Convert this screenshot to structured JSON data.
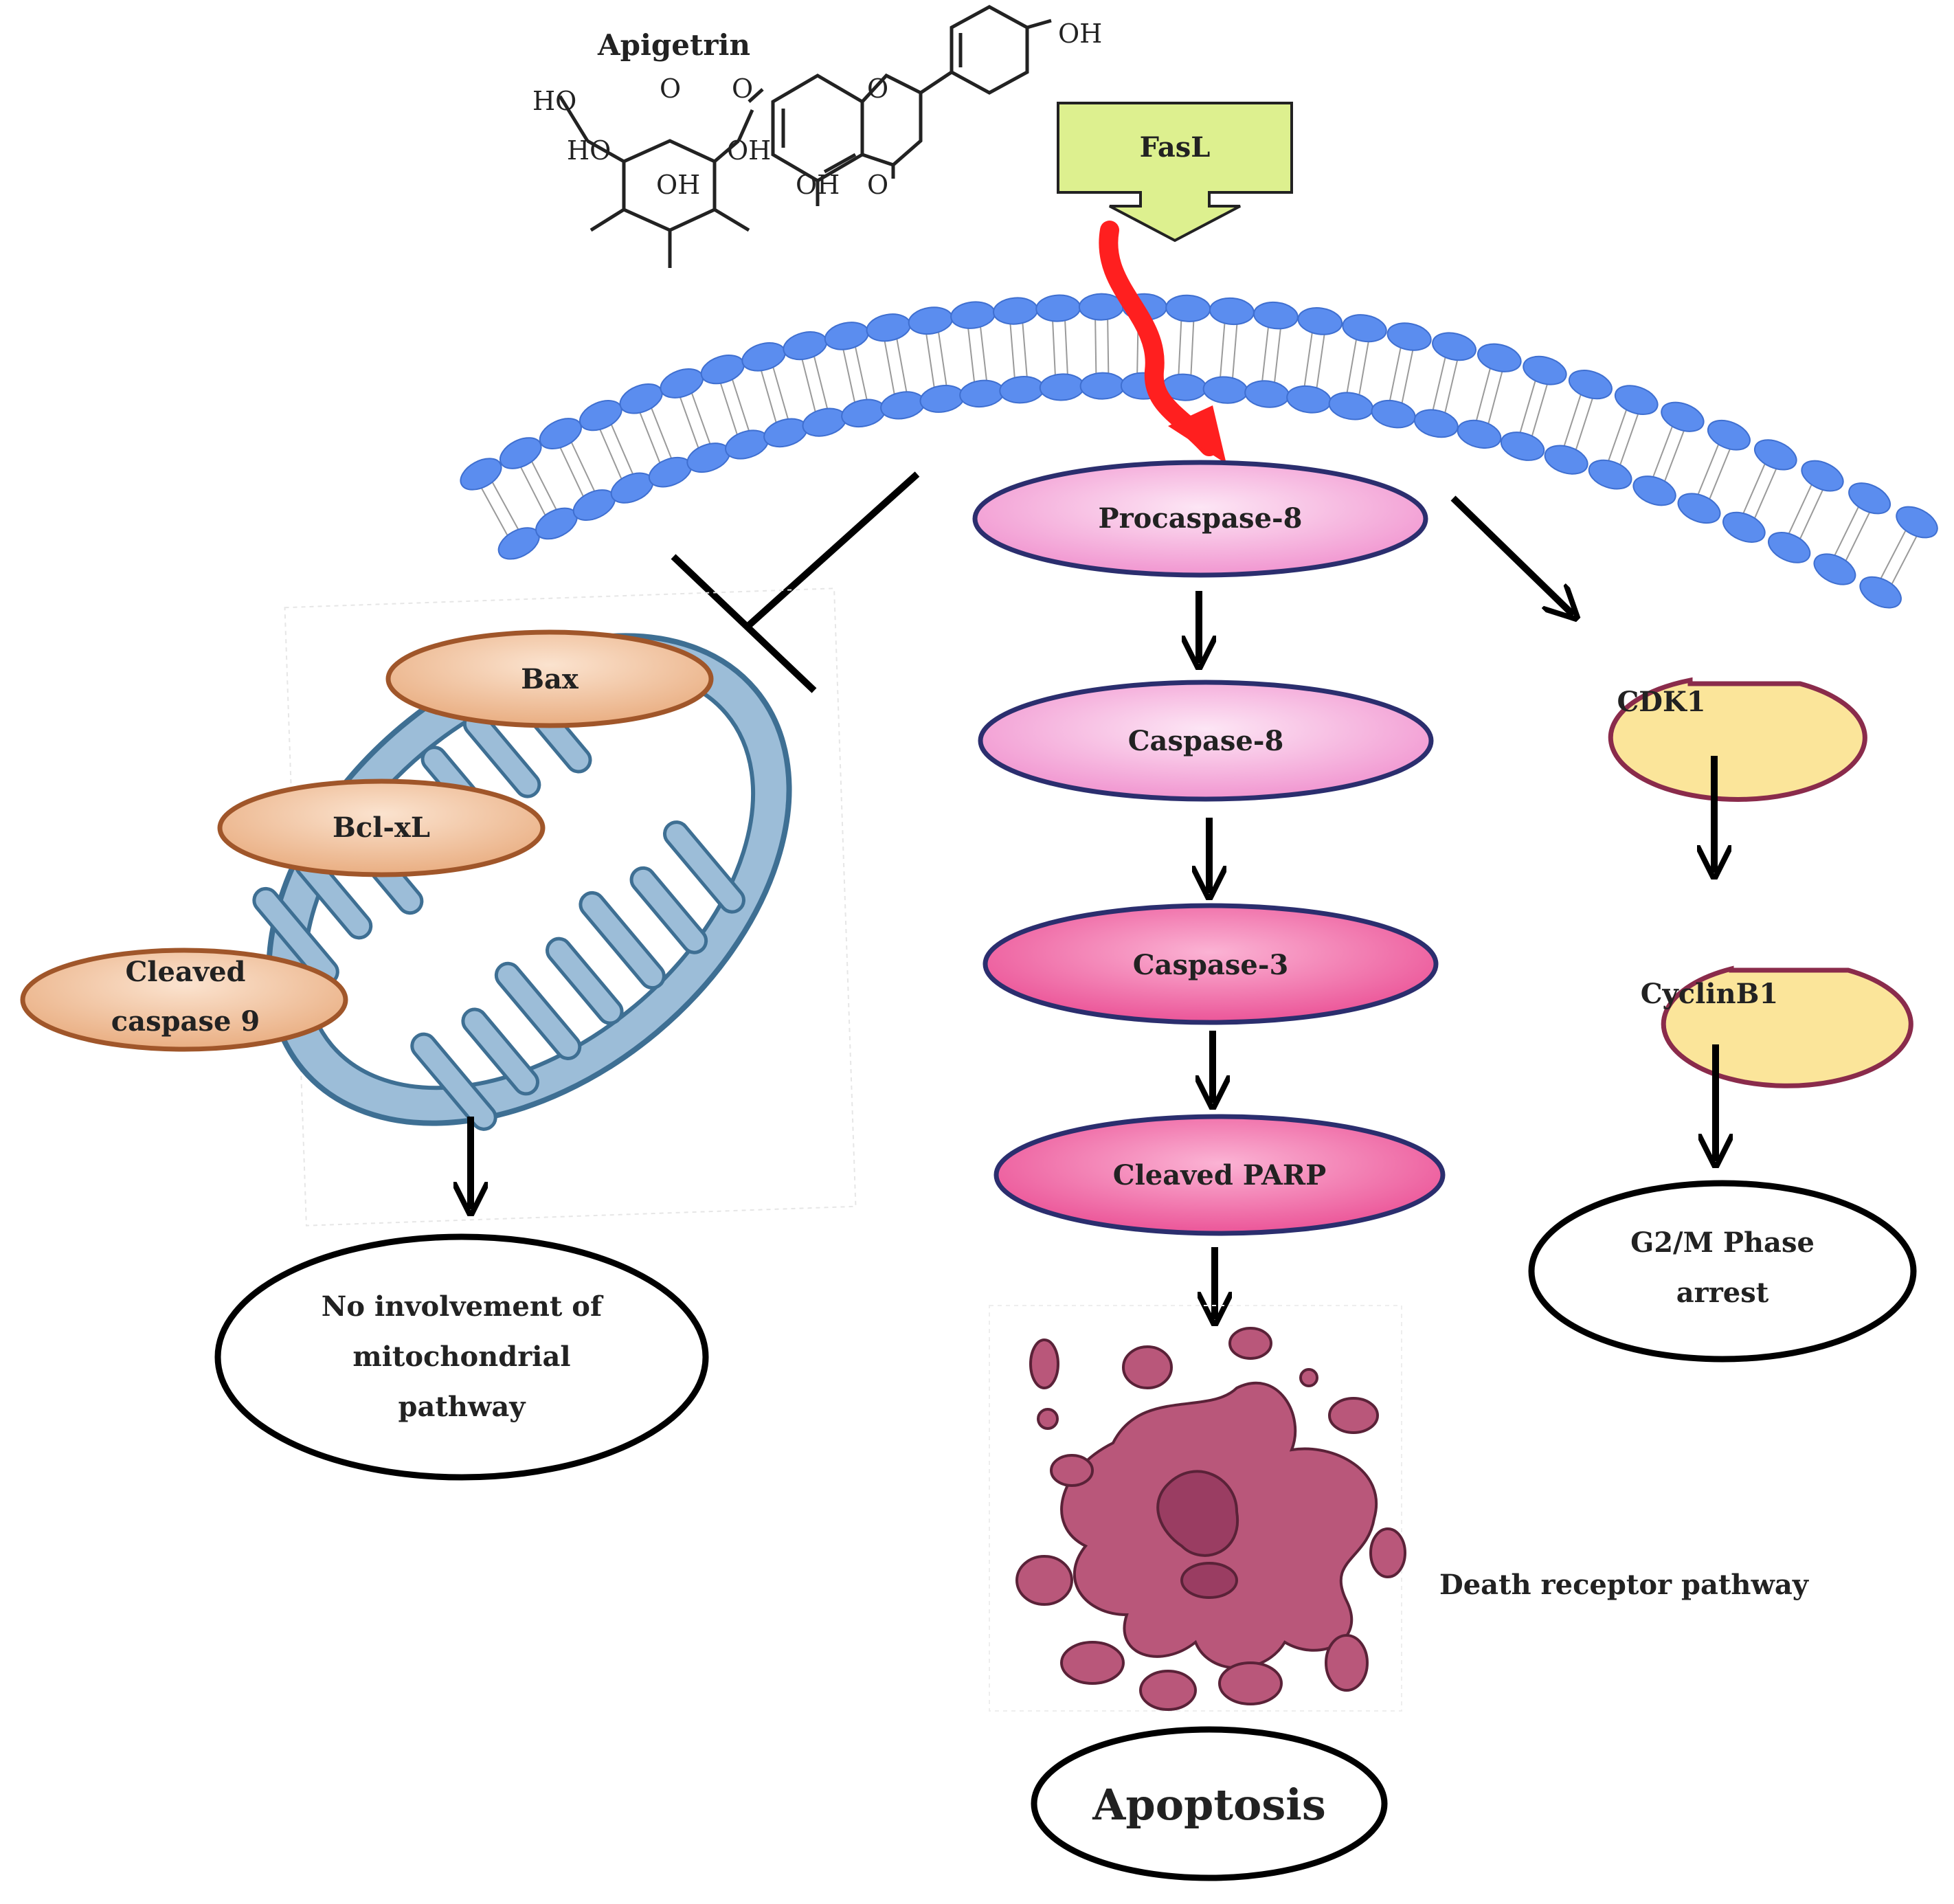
{
  "molecule": {
    "name": "Apigetrin",
    "labels": [
      "OH",
      "HO",
      "HO",
      "OH",
      "OH",
      "OH",
      "O",
      "O",
      "O",
      "O"
    ]
  },
  "ligand": "FasL",
  "central_pathway": [
    "Procaspase-8",
    "Caspase-8",
    "Caspase-3",
    "Cleaved PARP"
  ],
  "outcome": "Apoptosis",
  "side_label": "Death receptor pathway",
  "mitochondrial": {
    "proteins": [
      "Bax",
      "Bcl-xL",
      "Cleaved",
      "caspase 9"
    ],
    "result": [
      "No involvement of",
      "mitochondrial",
      "pathway"
    ]
  },
  "cell_cycle": {
    "proteins": [
      "CDK1",
      "CyclinB1"
    ],
    "result": [
      "G2/M Phase",
      "arrest"
    ]
  },
  "colors": {
    "membrane_head": "#5b8def",
    "membrane_head_stroke": "#3f6fd0",
    "pink_light": "#f5a8dc",
    "pink_dark": "#ee5a9e",
    "pink_stroke": "#2b2e6e",
    "peach": "#f4c9a5",
    "peach_stroke": "#a0562a",
    "mito_fill": "#9cbdd8",
    "mito_stroke": "#3e6f93",
    "yellow_box": "#ddf08f",
    "pac_fill": "#fbe59a",
    "pac_stroke": "#8a2b4b",
    "red_arrow": "#ff1f1f",
    "apoptotic": "#b9577a"
  }
}
